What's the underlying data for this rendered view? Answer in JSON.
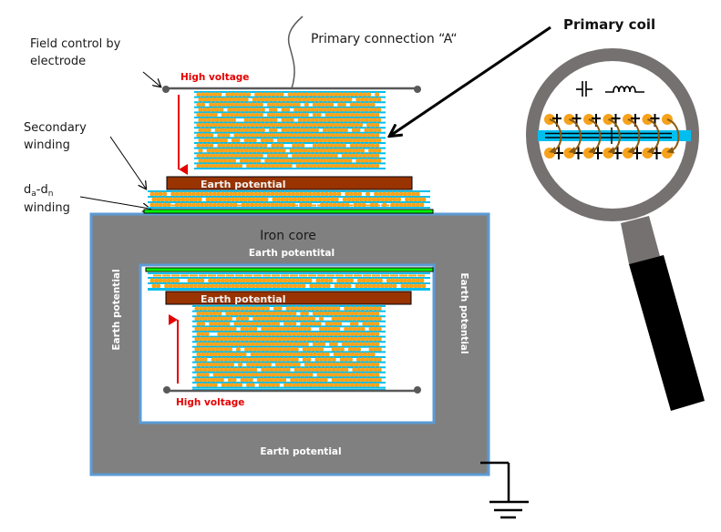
{
  "labels": {
    "field_control": [
      "Field control by",
      "electrode"
    ],
    "secondary_winding": [
      "Secondary",
      "winding"
    ],
    "da_dn_winding": {
      "d1": "d",
      "s1": "a",
      "dash": "-d",
      "s2": "n",
      "line2": "winding"
    },
    "primary_connection": "Primary connection “A“",
    "primary_coil": "Primary coil",
    "iron_core": "Iron core"
  },
  "top_winding": {
    "high_voltage": "High voltage",
    "earth_potential_bar": "Earth potential"
  },
  "core": {
    "earth_top": "Earth potentital",
    "earth_bottom": "Earth potential",
    "earth_left": "Earth potential",
    "earth_right": "Earth potential"
  },
  "bottom_winding": {
    "high_voltage": "High voltage",
    "earth_potential_bar": "Earth potential"
  },
  "magnifier": {
    "capacitor_symbol": "capacitor-icon",
    "inductor_symbol": "inductor-icon",
    "conductor_count": 7
  },
  "colors": {
    "conductor": "#f7a21b",
    "insulation": "#00bfef",
    "earth_bar": "#993300",
    "iron_core": "#808080",
    "core_border": "#5b9bd5",
    "electrode_strip": "#00ff00",
    "high_voltage": "#e60000",
    "magnifier_ring": "#767171"
  }
}
